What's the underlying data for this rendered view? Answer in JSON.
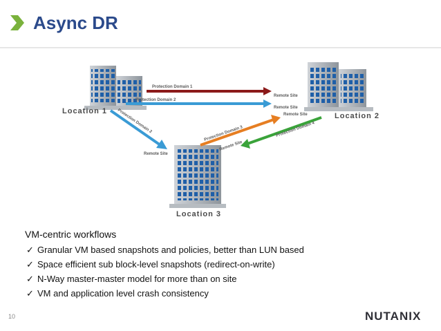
{
  "header": {
    "title": "Async DR"
  },
  "diagram": {
    "locations": [
      "Location 1",
      "Location 2",
      "Location 3"
    ],
    "arrows": [
      {
        "label": "Protection Domain 1",
        "end": "Remote Site",
        "color": "#8b1a1a"
      },
      {
        "label": "Protection Domain 2",
        "end": "Remote Site",
        "color": "#3a9bd5"
      },
      {
        "label": "Protection Domain 2",
        "end": "Remote Site",
        "color": "#3a9bd5"
      },
      {
        "label": "Protection Domain 3",
        "end": "Remote Site",
        "color": "#e67e22"
      },
      {
        "label": "Protection Domain 4",
        "end": "Remote Site",
        "color": "#3aa33a"
      }
    ]
  },
  "content": {
    "heading": "VM-centric workflows",
    "bullets": [
      "Granular VM based snapshots and policies, better than LUN based",
      "Space efficient sub block-level snapshots (redirect-on-write)",
      "N-Way master-master model for more than on site",
      "VM and application level crash consistency"
    ]
  },
  "footer": {
    "page_number": "10",
    "logo": "NUTANIX"
  }
}
